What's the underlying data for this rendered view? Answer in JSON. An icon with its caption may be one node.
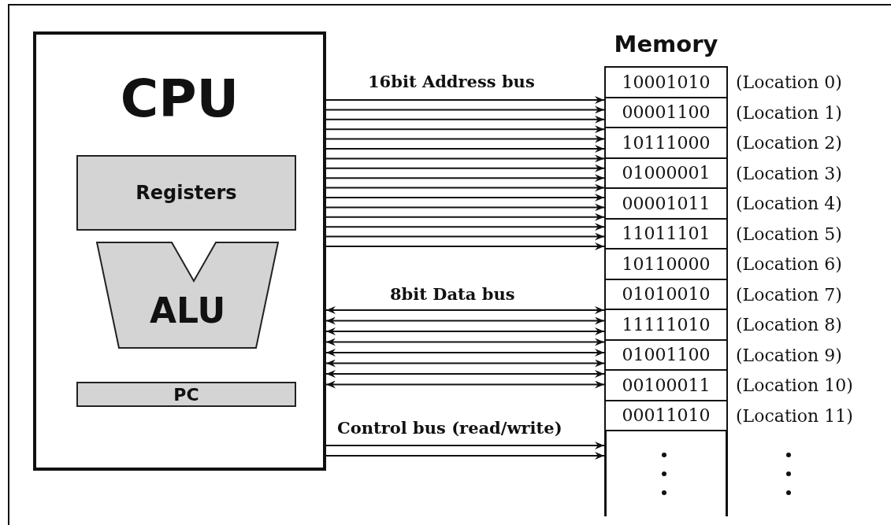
{
  "diagram": {
    "nodes": [
      {
        "text": [
          "CPU"
        ]
      },
      {
        "text": [
          "Registers"
        ],
        "in": 0
      },
      {
        "text": [
          "ALU"
        ],
        "in": 0
      },
      {
        "text": [
          "PC"
        ],
        "in": 0
      },
      {
        "text": [
          "Memory"
        ]
      },
      {
        "text": [
          "10001010"
        ],
        "in": 4,
        "beside": [
          "(Location 0)"
        ]
      },
      {
        "text": [
          "00001100"
        ],
        "in": 4,
        "beside": [
          "(Location 1)"
        ]
      },
      {
        "text": [
          "10111000"
        ],
        "in": 4,
        "beside": [
          "(Location 2)"
        ]
      },
      {
        "text": [
          "01000001"
        ],
        "in": 4,
        "beside": [
          "(Location 3)"
        ]
      },
      {
        "text": [
          "00001011"
        ],
        "in": 4,
        "beside": [
          "(Location 4)"
        ]
      },
      {
        "text": [
          "11011101"
        ],
        "in": 4,
        "beside": [
          "(Location 5)"
        ]
      },
      {
        "text": [
          "10110000"
        ],
        "in": 4,
        "beside": [
          "(Location 6)"
        ]
      },
      {
        "text": [
          "01010010"
        ],
        "in": 4,
        "beside": [
          "(Location 7)"
        ]
      },
      {
        "text": [
          "11111010"
        ],
        "in": 4,
        "beside": [
          "(Location 8)"
        ]
      },
      {
        "text": [
          "01001100"
        ],
        "in": 4,
        "beside": [
          "(Location 9)"
        ]
      },
      {
        "text": [
          "00100011"
        ],
        "in": 4,
        "beside": [
          "(Location 10)"
        ]
      },
      {
        "text": [
          "00011010"
        ],
        "in": 4,
        "beside": [
          "(Location 11)"
        ]
      }
    ],
    "edges": [
      {
        "from": 0,
        "to": 4,
        "arrow": "to",
        "label": "16bit Address bus"
      },
      {
        "from": 0,
        "to": 4,
        "arrow": "to"
      },
      {
        "from": 0,
        "to": 4,
        "arrow": "to"
      },
      {
        "from": 0,
        "to": 4,
        "arrow": "to"
      },
      {
        "from": 0,
        "to": 4,
        "arrow": "to"
      },
      {
        "from": 0,
        "to": 4,
        "arrow": "to"
      },
      {
        "from": 0,
        "to": 4,
        "arrow": "to"
      },
      {
        "from": 0,
        "to": 4,
        "arrow": "to"
      },
      {
        "from": 0,
        "to": 4,
        "arrow": "to"
      },
      {
        "from": 0,
        "to": 4,
        "arrow": "to"
      },
      {
        "from": 0,
        "to": 4,
        "arrow": "to"
      },
      {
        "from": 0,
        "to": 4,
        "arrow": "to"
      },
      {
        "from": 0,
        "to": 4,
        "arrow": "to"
      },
      {
        "from": 0,
        "to": 4,
        "arrow": "to"
      },
      {
        "from": 0,
        "to": 4,
        "arrow": "to"
      },
      {
        "from": 0,
        "to": 4,
        "arrow": "to"
      },
      {
        "from": 0,
        "to": 4,
        "arrow": "both",
        "label": "8bit Data bus"
      },
      {
        "from": 0,
        "to": 4,
        "arrow": "both"
      },
      {
        "from": 0,
        "to": 4,
        "arrow": "both"
      },
      {
        "from": 0,
        "to": 4,
        "arrow": "both"
      },
      {
        "from": 0,
        "to": 4,
        "arrow": "both"
      },
      {
        "from": 0,
        "to": 4,
        "arrow": "both"
      },
      {
        "from": 0,
        "to": 4,
        "arrow": "both"
      },
      {
        "from": 0,
        "to": 4,
        "arrow": "both"
      },
      {
        "from": 0,
        "to": 4,
        "arrow": "to",
        "label": "Control bus (read/write)"
      },
      {
        "from": 0,
        "to": 4,
        "arrow": "to"
      }
    ]
  }
}
